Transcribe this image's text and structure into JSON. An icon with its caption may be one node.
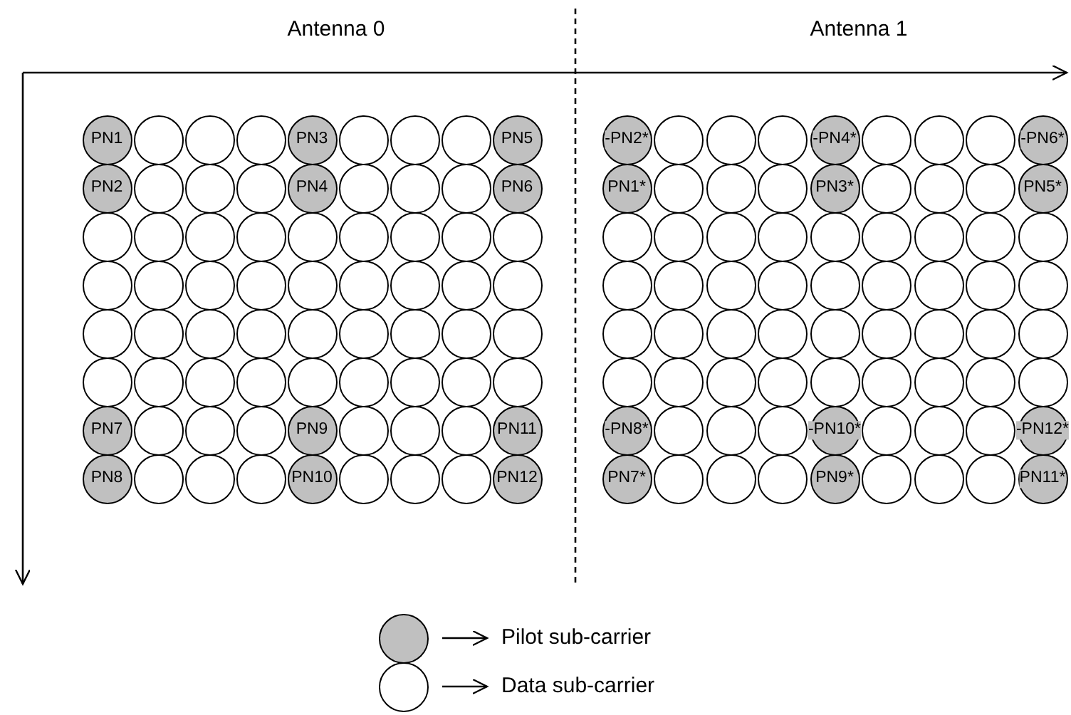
{
  "diagram": {
    "nodes": [
      {
        "text": [
          "PN1"
        ]
      },
      {
        "text": [],
        "shape": "circle"
      },
      {
        "text": [],
        "shape": "circle"
      },
      {
        "text": [],
        "shape": "circle"
      },
      {
        "text": [
          "PN3"
        ]
      },
      {
        "text": [],
        "shape": "circle"
      },
      {
        "text": [],
        "shape": "circle"
      },
      {
        "text": [],
        "shape": "circle"
      },
      {
        "text": [
          "PN5"
        ]
      },
      {
        "text": [
          "PN2"
        ]
      },
      {
        "text": [],
        "shape": "circle"
      },
      {
        "text": [],
        "shape": "circle"
      },
      {
        "text": [],
        "shape": "circle"
      },
      {
        "text": [
          "PN4"
        ]
      },
      {
        "text": [],
        "shape": "circle"
      },
      {
        "text": [],
        "shape": "circle"
      },
      {
        "text": [],
        "shape": "circle"
      },
      {
        "text": [
          "PN6"
        ]
      },
      {
        "text": [],
        "shape": "circle"
      },
      {
        "text": [],
        "shape": "circle"
      },
      {
        "text": [],
        "shape": "circle"
      },
      {
        "text": [],
        "shape": "circle"
      },
      {
        "text": [],
        "shape": "circle"
      },
      {
        "text": [],
        "shape": "circle"
      },
      {
        "text": [],
        "shape": "circle"
      },
      {
        "text": [],
        "shape": "circle"
      },
      {
        "text": [],
        "shape": "circle"
      },
      {
        "text": [],
        "shape": "circle"
      },
      {
        "text": [],
        "shape": "circle"
      },
      {
        "text": [],
        "shape": "circle"
      },
      {
        "text": [],
        "shape": "circle"
      },
      {
        "text": [],
        "shape": "circle"
      },
      {
        "text": [],
        "shape": "circle"
      },
      {
        "text": [],
        "shape": "circle"
      },
      {
        "text": [],
        "shape": "circle"
      },
      {
        "text": [],
        "shape": "circle"
      },
      {
        "text": [],
        "shape": "circle"
      },
      {
        "text": [],
        "shape": "circle"
      },
      {
        "text": [],
        "shape": "circle"
      },
      {
        "text": [],
        "shape": "circle"
      },
      {
        "text": [],
        "shape": "circle"
      },
      {
        "text": [],
        "shape": "circle"
      },
      {
        "text": [],
        "shape": "circle"
      },
      {
        "text": [],
        "shape": "circle"
      },
      {
        "text": [],
        "shape": "circle"
      },
      {
        "text": [],
        "shape": "circle"
      },
      {
        "text": [],
        "shape": "circle"
      },
      {
        "text": [],
        "shape": "circle"
      },
      {
        "text": [],
        "shape": "circle"
      },
      {
        "text": [],
        "shape": "circle"
      },
      {
        "text": [],
        "shape": "circle"
      },
      {
        "text": [],
        "shape": "circle"
      },
      {
        "text": [],
        "shape": "circle"
      },
      {
        "text": [],
        "shape": "circle"
      },
      {
        "text": [
          "PN7"
        ]
      },
      {
        "text": [],
        "shape": "circle"
      },
      {
        "text": [],
        "shape": "circle"
      },
      {
        "text": [],
        "shape": "circle"
      },
      {
        "text": [
          "PN9"
        ]
      },
      {
        "text": [],
        "shape": "circle"
      },
      {
        "text": [],
        "shape": "circle"
      },
      {
        "text": [],
        "shape": "circle"
      },
      {
        "text": [
          "PN11"
        ]
      },
      {
        "text": [
          "PN8"
        ]
      },
      {
        "text": [],
        "shape": "circle"
      },
      {
        "text": [],
        "shape": "circle"
      },
      {
        "text": [],
        "shape": "circle"
      },
      {
        "text": [
          "PN10"
        ]
      },
      {
        "text": [],
        "shape": "circle"
      },
      {
        "text": [],
        "shape": "circle"
      },
      {
        "text": [],
        "shape": "circle"
      },
      {
        "text": [
          "PN12"
        ]
      },
      {
        "text": [
          "-PN2*"
        ]
      },
      {
        "text": [],
        "shape": "circle"
      },
      {
        "text": [],
        "shape": "circle"
      },
      {
        "text": [],
        "shape": "circle"
      },
      {
        "text": [
          "-PN4*"
        ]
      },
      {
        "text": [],
        "shape": "circle"
      },
      {
        "text": [],
        "shape": "circle"
      },
      {
        "text": [],
        "shape": "circle"
      },
      {
        "text": [
          "-PN6*"
        ]
      },
      {
        "text": [
          "PN1*"
        ]
      },
      {
        "text": [],
        "shape": "circle"
      },
      {
        "text": [],
        "shape": "circle"
      },
      {
        "text": [],
        "shape": "circle"
      },
      {
        "text": [
          "PN3*"
        ]
      },
      {
        "text": [],
        "shape": "circle"
      },
      {
        "text": [],
        "shape": "circle"
      },
      {
        "text": [],
        "shape": "circle"
      },
      {
        "text": [
          "PN5*"
        ]
      },
      {
        "text": [],
        "shape": "circle"
      },
      {
        "text": [],
        "shape": "circle"
      },
      {
        "text": [],
        "shape": "circle"
      },
      {
        "text": [],
        "shape": "circle"
      },
      {
        "text": [],
        "shape": "circle"
      },
      {
        "text": [],
        "shape": "circle"
      },
      {
        "text": [],
        "shape": "circle"
      },
      {
        "text": [],
        "shape": "circle"
      },
      {
        "text": [],
        "shape": "circle"
      },
      {
        "text": [],
        "shape": "circle"
      },
      {
        "text": [],
        "shape": "circle"
      },
      {
        "text": [],
        "shape": "circle"
      },
      {
        "text": [],
        "shape": "circle"
      },
      {
        "text": [],
        "shape": "circle"
      },
      {
        "text": [],
        "shape": "circle"
      },
      {
        "text": [],
        "shape": "circle"
      },
      {
        "text": [],
        "shape": "circle"
      },
      {
        "text": [],
        "shape": "circle"
      },
      {
        "text": [],
        "shape": "circle"
      },
      {
        "text": [],
        "shape": "circle"
      },
      {
        "text": [],
        "shape": "circle"
      },
      {
        "text": [],
        "shape": "circle"
      },
      {
        "text": [],
        "shape": "circle"
      },
      {
        "text": [],
        "shape": "circle"
      },
      {
        "text": [],
        "shape": "circle"
      },
      {
        "text": [],
        "shape": "circle"
      },
      {
        "text": [],
        "shape": "circle"
      },
      {
        "text": [],
        "shape": "circle"
      },
      {
        "text": [],
        "shape": "circle"
      },
      {
        "text": [],
        "shape": "circle"
      },
      {
        "text": [],
        "shape": "circle"
      },
      {
        "text": [],
        "shape": "circle"
      },
      {
        "text": [],
        "shape": "circle"
      },
      {
        "text": [],
        "shape": "circle"
      },
      {
        "text": [],
        "shape": "circle"
      },
      {
        "text": [],
        "shape": "circle"
      },
      {
        "text": [
          "-PN8*"
        ]
      },
      {
        "text": [],
        "shape": "circle"
      },
      {
        "text": [],
        "shape": "circle"
      },
      {
        "text": [],
        "shape": "circle"
      },
      {
        "text": [
          "-PN10*"
        ]
      },
      {
        "text": [],
        "shape": "circle"
      },
      {
        "text": [],
        "shape": "circle"
      },
      {
        "text": [],
        "shape": "circle"
      },
      {
        "text": [
          "-PN12*"
        ]
      },
      {
        "text": [
          "PN7*"
        ]
      },
      {
        "text": [],
        "shape": "circle"
      },
      {
        "text": [],
        "shape": "circle"
      },
      {
        "text": [],
        "shape": "circle"
      },
      {
        "text": [
          "PN9*"
        ]
      },
      {
        "text": [],
        "shape": "circle"
      },
      {
        "text": [],
        "shape": "circle"
      },
      {
        "text": [],
        "shape": "circle"
      },
      {
        "text": [
          "PN11*"
        ]
      },
      {
        "text": [],
        "shape": "circle"
      },
      {
        "text": [
          "Pilot sub-carrier"
        ]
      },
      {
        "text": [],
        "shape": "circle"
      },
      {
        "text": [
          "Data sub-carrier"
        ]
      }
    ],
    "edges": [
      {
        "from": 144,
        "to": 145,
        "arrow": "to"
      },
      {
        "from": 146,
        "to": 147,
        "arrow": "to"
      }
    ],
    "labels": [
      "Antenna 0",
      "Antenna 1"
    ]
  }
}
